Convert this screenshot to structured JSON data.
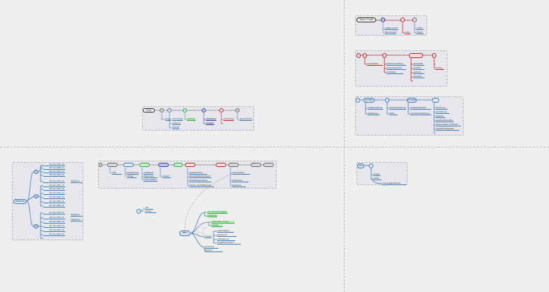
{
  "colors": {
    "canvas": "#efefef",
    "frame": "#e6e6ec",
    "blue": "#3f7bbf",
    "red": "#b8262a",
    "green": "#2aa84c",
    "indigo": "#3b3fa8",
    "gray": "#666666"
  },
  "flow_center": {
    "root": "Rolle",
    "n1": "",
    "n2": "",
    "n3": "",
    "n4": "",
    "n5": "",
    "n6": "",
    "t1": "Ende",
    "t2a": "Kommunikation",
    "t2b": "Lieferung",
    "t2c": "Planung",
    "t3": "Zuordnung",
    "t4a": "Ablaufplanung",
    "t4b": "Freigabe",
    "t5": "Projektvorgabe",
    "t6": "Ergebnisbericht"
  },
  "flow_top_right": {
    "root": "Skizze Projekt",
    "t1a": "Aufgabe erstellt",
    "t1b": "Team Auswahl",
    "t2": "Arbeit",
    "t3a": "Kontakt",
    "t3b": "Analyse"
  },
  "flow_red": {
    "r0": "",
    "r1": "",
    "r2": "",
    "r3": "",
    "r4": "",
    "tA": "Projektaufbau",
    "tB1": "Ressourcenplanung",
    "tB2": "Fertigungsprozess",
    "tB3": "Controlling",
    "tC1": "Serviceplan",
    "tC2": "Kontrolle",
    "tC3": "Lieferung",
    "tC4": "Abschluss",
    "tD": "Prüfung"
  },
  "flow_blue": {
    "b0": "",
    "b1": "Analyse",
    "b2": "",
    "b3": "Konzept",
    "b4": "",
    "tA1": "Aufgabenplanung",
    "tA2": "Zeitplanung",
    "tB1": "Ressourcenplanung",
    "tB2": "Daten",
    "tC1": "Projektkoordination",
    "tC2": "Prozessverantwortung",
    "tD1": "Zielsetzung",
    "tD2": "Durchführung",
    "tD3": "Aufgaben",
    "tD4": "Ergebnispräsentation",
    "tD5": "Dokumentation und Bericht",
    "tD6": "Qualitätsmanagement"
  },
  "flow_small": {
    "s0": "Ziel",
    "s1": "",
    "t1": "Anfang",
    "t2": "Schritt",
    "t3": "Lösung abgeschlossen"
  },
  "timeline": {
    "root": "Zeitachse",
    "b1": "Q1",
    "b2": "Q2",
    "b3": "Q3",
    "dates_a": [
      "230 Jan 2026 | Ko",
      "237 Jan 2026 | Ko",
      "236 Jan 2026 | Ko",
      "235 Jan 2026 | Ko",
      "236 Jan 2026 | Ko"
    ],
    "dates_b": [
      "236 Jan 2026 | Ko",
      "235 Jan 2026 | Ko",
      "236 Jan 2026 | Ko",
      "237 Jan 2026 | Ko",
      "237 Jan 2026 | Ko",
      "237 Jan 2026 | Ko"
    ],
    "dates_c": [
      "237 Jan 2026 | Ko",
      "235 Jan 2026 | Ko",
      "236 Jan 2026 | Ko",
      "237 Jan 2026 | Ko",
      "231 Jan 2026 | Ko",
      "237 Jan 2026 | Ko"
    ],
    "note_a": "Ergebnis 1",
    "note_b": "Ergebnis 2",
    "note_c": "Ergebnis 3"
  },
  "flow_long": {
    "nodes": [
      "",
      "",
      "",
      "",
      "",
      "",
      "",
      "",
      "",
      "",
      "",
      ""
    ],
    "tA": "Start",
    "tB1": "Projektinformation",
    "tB2": "Auftrag",
    "tC1": "Aufgabenplan",
    "tC2": "Ressourcen",
    "tC3": "Kommunikation",
    "tD": "Kontakt",
    "tE1": "Arbeitsprozesse",
    "tE2": "Kommunikationsprozesse",
    "tE3": "Entwicklungsprozesse",
    "tE4": "Kontroll- und Prüfprozesse",
    "tF1": "Dokumentation",
    "tF2": "Präsentation",
    "tF3": "Ergebnisse"
  },
  "float_node": {
    "n": "",
    "t1": "Info",
    "t2": "Hinweis"
  },
  "mindmap": {
    "center": "Ideen",
    "g1": "Vorschlag",
    "g1a": "Verbesserungsidee",
    "g1b": "Anpassung",
    "g2": "Idee",
    "g2a": "Kreative Lösung",
    "g2b": "Prototyp",
    "g3": "Konzept",
    "g3a": "Neue Funktion",
    "g3b": "Erweiterung",
    "g3c": "Verbesserung",
    "g3d": "Zusätzlicher Nutzen",
    "g4": "Umsetzung",
    "g4a": "Ergebnis"
  }
}
